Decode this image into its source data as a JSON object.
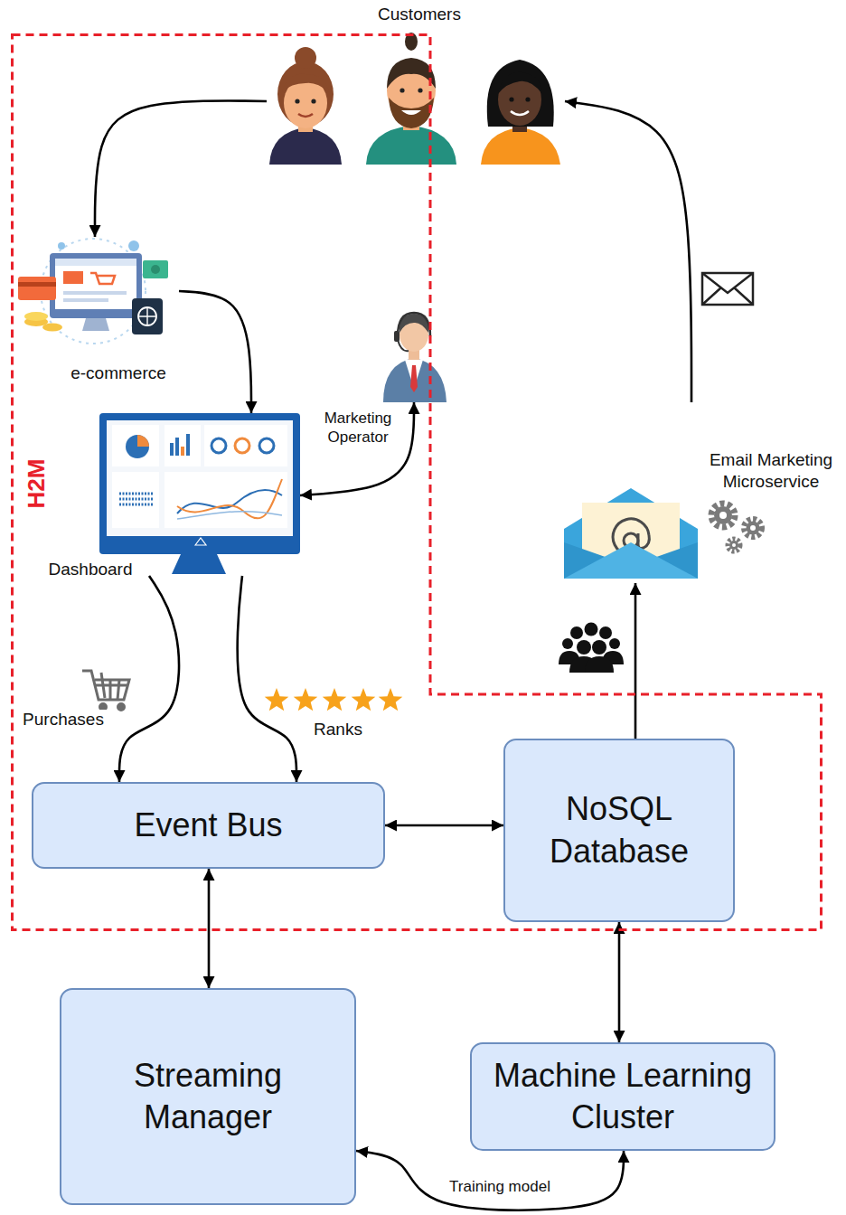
{
  "diagram": {
    "nodes": [
      {
        "text": [
          "H2M"
        ]
      },
      {
        "text": [
          "Customers"
        ]
      },
      {
        "text": [
          "e-commerce"
        ],
        "in": 0
      },
      {
        "text": [
          "Marketing Operator"
        ]
      },
      {
        "text": [
          "Dashboard"
        ],
        "in": 0
      },
      {
        "text": [
          "Email Marketing Microservice"
        ]
      },
      {
        "text": [
          "Event Bus"
        ],
        "in": 0
      },
      {
        "text": [
          "NoSQL Database"
        ],
        "in": 0
      },
      {
        "text": [
          "Streaming Manager"
        ]
      },
      {
        "text": [
          "Machine Learning Cluster"
        ]
      }
    ],
    "edges": [
      {
        "from": 1,
        "to": 2,
        "arrow": "to"
      },
      {
        "from": 2,
        "to": 4,
        "arrow": "to"
      },
      {
        "from": 4,
        "to": 3,
        "arrow": "both"
      },
      {
        "from": 4,
        "to": 6,
        "label": "Purchases",
        "arrow": "to"
      },
      {
        "from": 4,
        "to": 6,
        "label": "Ranks",
        "arrow": "to"
      },
      {
        "from": 6,
        "to": 7,
        "arrow": "both"
      },
      {
        "from": 6,
        "to": 8,
        "arrow": "both"
      },
      {
        "from": 7,
        "to": 9,
        "arrow": "both"
      },
      {
        "from": 8,
        "to": 9,
        "label": "Training model",
        "arrow": "both"
      },
      {
        "from": 7,
        "to": 5,
        "arrow": "to"
      },
      {
        "from": 5,
        "to": 1,
        "arrow": "to"
      }
    ]
  }
}
